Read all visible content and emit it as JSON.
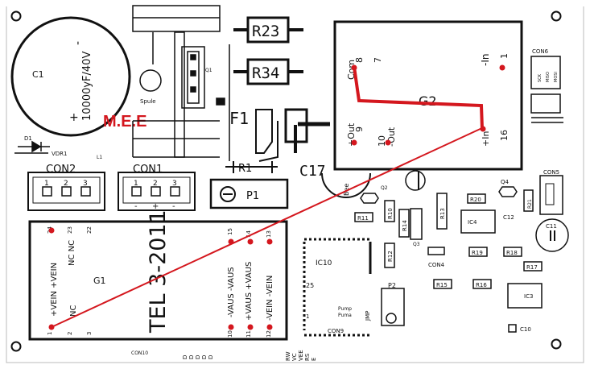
{
  "board": {
    "logo": "M.E.E",
    "transformer_label": "TEL 3-2011",
    "colors": {
      "trace": "#d4171e",
      "ink": "#111111",
      "background": "#ffffff"
    }
  },
  "components": {
    "c1": "C1",
    "c1_value": "10000yF/40V",
    "c1_minus": "-",
    "c1_plus": "+",
    "q1": "Q1",
    "spule": "Spule",
    "r23": "R23",
    "r34": "R34",
    "f1": "F1",
    "r1": "R1",
    "p1": "P1",
    "c17": "C17",
    "bee": "Bee",
    "d1": "D1",
    "vdr1": "VDR1",
    "l1": "L1",
    "con2": "CON2",
    "con1": "CON1",
    "g2": "G2",
    "g1": "G1",
    "con6": "CON6",
    "con5": "CON5",
    "con4": "CON4",
    "con9": "CON9",
    "ic10": "IC10",
    "ic4": "IC4",
    "ic3": "IC3",
    "q2": "Q2",
    "q3": "Q3",
    "q4": "Q4",
    "p2": "P2",
    "jmp": "JMP",
    "pump": "Pump",
    "puma": "Puma",
    "c10": "C10",
    "c11": "C11",
    "c12": "C12",
    "r10": "R10",
    "r11": "R11",
    "r12": "R12",
    "r13": "R13",
    "r14": "R14",
    "r15": "R15",
    "r16": "R16",
    "r17": "R17",
    "r18": "R18",
    "r19": "R19",
    "r20": "R20",
    "r21": "R21",
    "con6_pins": [
      "SCK",
      "MISO",
      "MOSI"
    ],
    "bottom_marks": [
      "D",
      "D",
      "D",
      "D",
      "D",
      "RW",
      "VC",
      "VEE",
      "RS",
      "E"
    ],
    "con10_ghost": "CON10"
  },
  "con_pins": {
    "con2": [
      "1",
      "2",
      "3"
    ],
    "con1": [
      "1",
      "2",
      "3"
    ],
    "con1_signs": [
      "-",
      "+",
      "-"
    ]
  },
  "g2_pins": {
    "com": "Com",
    "com_num": "8",
    "p7": "7",
    "in_minus": "-In",
    "p1": "1",
    "out_plus": "+Out",
    "out_plus_num": "9",
    "out_minus": "-Out",
    "out_minus_num": "10",
    "in_plus": "+In",
    "p16": "16"
  },
  "g1_pins": {
    "vein_plus": "+VEIN +VEIN",
    "nc_left": "NC",
    "nc_right": "NC NC",
    "vaus_minus": "-VAUS -VAUS",
    "vaus_plus": "+VAUS +VAUS",
    "vein_minus": "-VEIN -VEIN",
    "n1": "1",
    "n2": "2",
    "n3": "3",
    "n10": "10",
    "n11": "11",
    "n12": "12",
    "n13": "13",
    "n14": "14",
    "n15": "15",
    "n22": "22",
    "n23": "23",
    "n24": "24"
  },
  "ic_pins": {
    "ic10_25": "25",
    "ic10_1": "1"
  }
}
